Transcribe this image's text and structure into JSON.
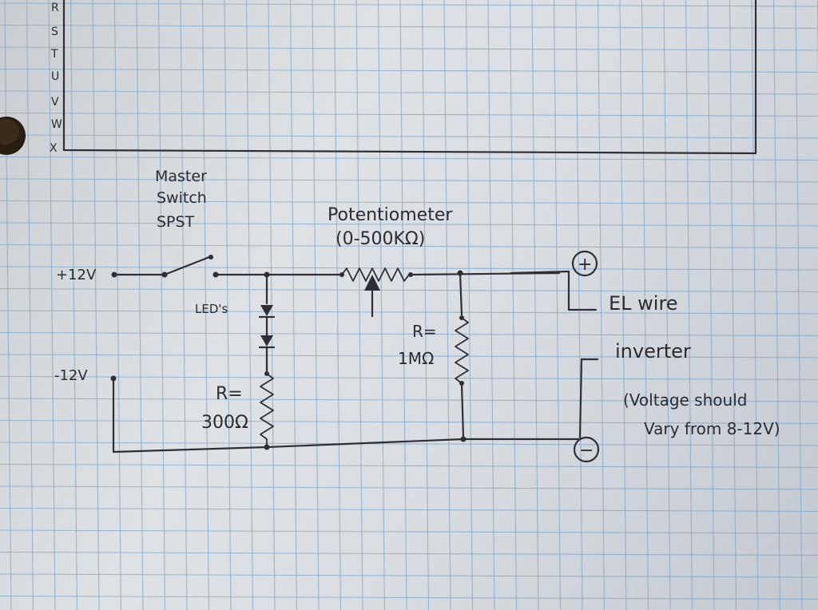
{
  "row_letters": [
    "R",
    "S",
    "T",
    "U",
    "V",
    "W",
    "X"
  ],
  "labels": {
    "master_switch_line1": "Master",
    "master_switch_line2": "Switch",
    "master_switch_line3": "SPST",
    "potentiometer": "Potentiometer",
    "potentiometer_range": "(0-500KΩ)",
    "plus_12v": "+12V",
    "minus_12v": "-12V",
    "leds": "LED's",
    "r_300_line1": "R=",
    "r_300_line2": "300Ω",
    "r_1m_line1": "R=",
    "r_1m_line2": "1MΩ",
    "el_wire": "EL wire",
    "inverter": "inverter",
    "note_line1": "(Voltage should",
    "note_line2": "Vary from 8-12V)",
    "plus_symbol": "+",
    "minus_symbol": "−"
  },
  "colors": {
    "ink": "#2e2e34",
    "grid": "#7fa6c9",
    "paper": "#dfe2e5"
  }
}
